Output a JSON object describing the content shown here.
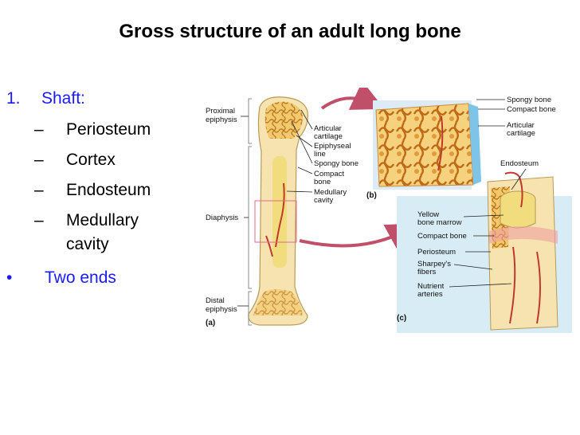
{
  "slide": {
    "title": "Gross structure of an adult long bone",
    "outline": {
      "item1": {
        "marker": "1.",
        "label": "Shaft:"
      },
      "subitems": [
        {
          "marker": "–",
          "label": "Periosteum"
        },
        {
          "marker": "–",
          "label": "Cortex"
        },
        {
          "marker": "–",
          "label": "Endosteum"
        },
        {
          "marker": "–",
          "label": "Medullary",
          "label2": "cavity"
        }
      ],
      "item2": {
        "marker": "•",
        "label": "Two ends"
      }
    }
  },
  "figure": {
    "panel_a": {
      "letter": "(a)",
      "labels": {
        "proximal_line1": "Proximal",
        "proximal_line2": "epiphysis",
        "diaphysis": "Diaphysis",
        "distal_line1": "Distal",
        "distal_line2": "epiphysis",
        "articular_line1": "Articular",
        "articular_line2": "cartilage",
        "epiphyseal_line1": "Epiphyseal",
        "epiphyseal_line2": "line",
        "spongy": "Spongy bone",
        "compact_line1": "Compact",
        "compact_line2": "bone",
        "medullary_line1": "Medullary",
        "medullary_line2": "cavity"
      }
    },
    "panel_b": {
      "letter": "(b)",
      "labels": {
        "spongy": "Spongy bone",
        "compact": "Compact bone",
        "articular_line1": "Articular",
        "articular_line2": "cartilage"
      }
    },
    "panel_c": {
      "letter": "(c)",
      "labels": {
        "endosteum": "Endosteum",
        "yellow_line1": "Yellow",
        "yellow_line2": "bone marrow",
        "compact": "Compact bone",
        "periosteum": "Periosteum",
        "sharpey_line1": "Sharpey's",
        "sharpey_line2": "fibers",
        "nutrient_line1": "Nutrient",
        "nutrient_line2": "arteries"
      }
    },
    "colors": {
      "bone": "#f6e3b0",
      "spongy": "#e8a540",
      "artery": "#c0392b",
      "marrow": "#f1dc7e",
      "panel_b_bg": "#dcebf6",
      "panel_c_bg": "#d8ecf6",
      "arrow": "#c0506a",
      "bracket": "#888888"
    }
  }
}
